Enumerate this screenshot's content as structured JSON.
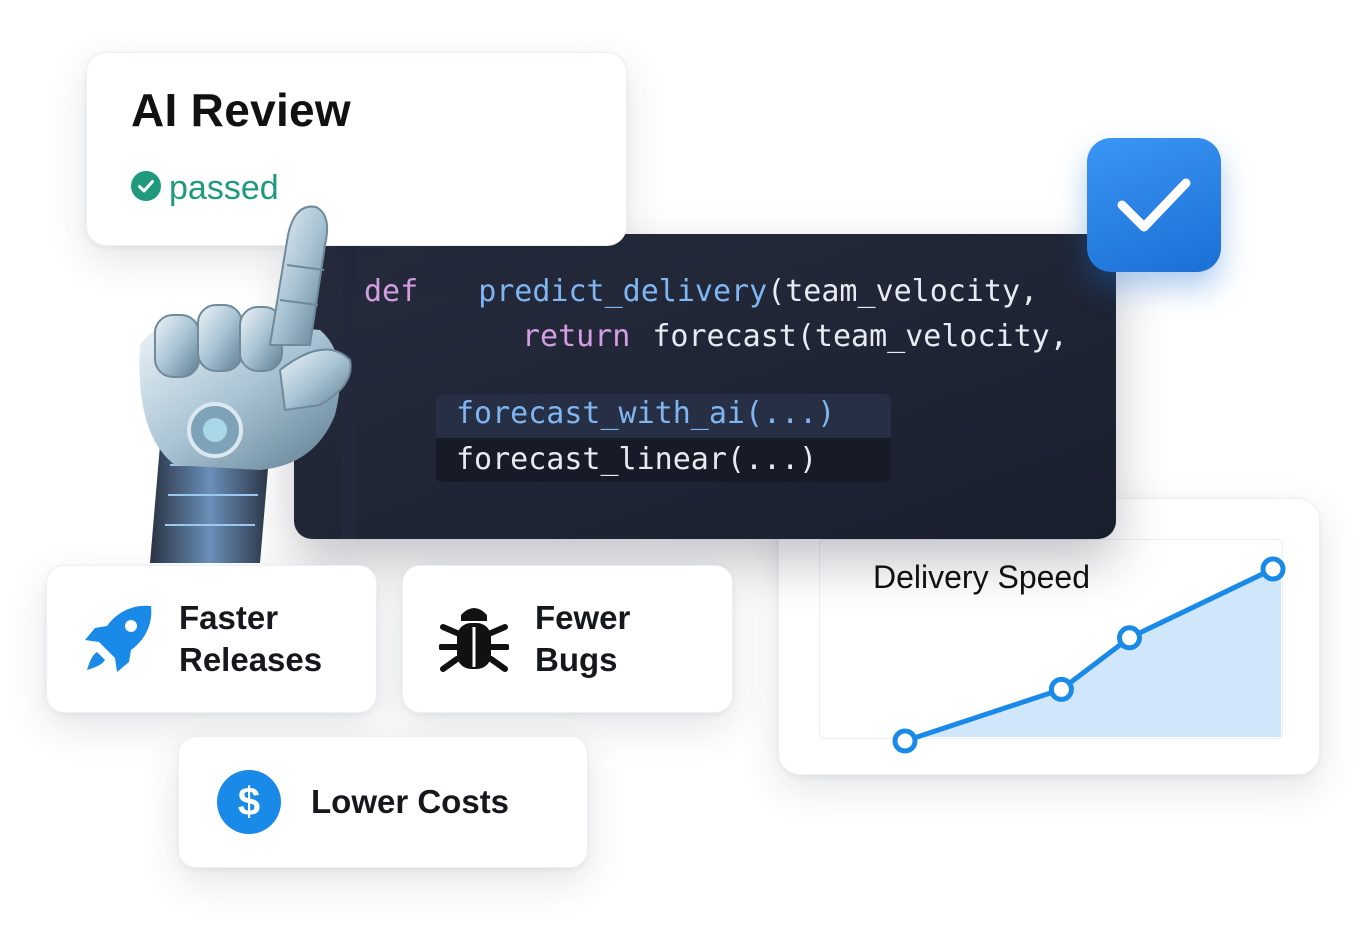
{
  "review": {
    "title": "AI Review",
    "status": "passed",
    "status_color": "#1f9a7e"
  },
  "code": {
    "line1": {
      "keyword": "def",
      "name": "predict_delivery",
      "rest": "(team_velocity,"
    },
    "line2": {
      "keyword": "return",
      "rest": "forecast(team_velocity,"
    },
    "suggestions": [
      "forecast_with_ai(...)",
      "forecast_linear(...)"
    ]
  },
  "badge": {
    "icon": "checkmark-icon",
    "color": "#1b6fd4"
  },
  "chart": {
    "title": "Delivery Speed",
    "accent": "#1a8ae8",
    "fill": "#cfe6fb"
  },
  "chart_data": {
    "type": "area",
    "title": "Delivery Speed",
    "x": [
      1,
      2,
      3,
      4
    ],
    "values": [
      0,
      0.3,
      0.6,
      1.0
    ]
  },
  "features": [
    {
      "icon": "rocket-icon",
      "label_line1": "Faster",
      "label_line2": "Releases",
      "color": "#1a8ae8"
    },
    {
      "icon": "bug-icon",
      "label_line1": "Fewer",
      "label_line2": "Bugs",
      "color": "#111111"
    },
    {
      "icon": "dollar-icon",
      "label": "Lower Costs",
      "color": "#1a8ae8"
    }
  ]
}
